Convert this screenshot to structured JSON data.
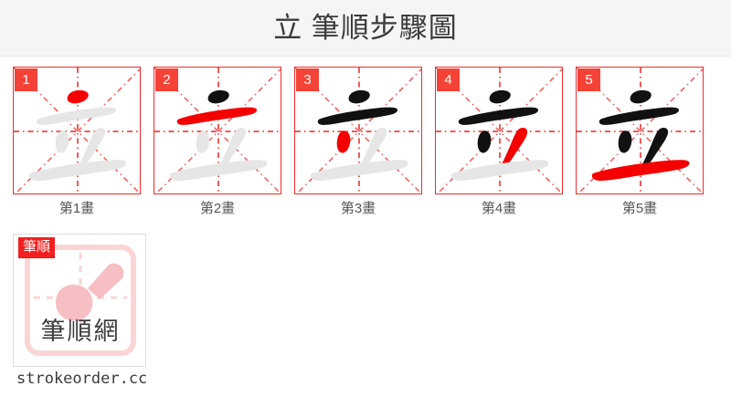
{
  "header": {
    "title": "立  筆順步驟圖",
    "character": "立",
    "background_color": "#f5f5f5",
    "text_color": "#3b3b3b"
  },
  "colors": {
    "grid_border": "#f22b2b",
    "grid_guide": "#f05a5a",
    "badge_bg": "#f44336",
    "badge_text": "#ffffff",
    "active_stroke": "#f40000",
    "done_stroke": "#111111",
    "ghost_stroke": "#e6e6e6",
    "caption_text": "#555555",
    "logo_pink": "#fbd5d5",
    "logo_brush": "#f7bfc3",
    "logo_badge_bg": "#f21f1f"
  },
  "stroke_steps": [
    {
      "index": "1",
      "badge": "1",
      "caption": "第1畫",
      "active_stroke_id": "s1"
    },
    {
      "index": "2",
      "badge": "2",
      "caption": "第2畫",
      "active_stroke_id": "s2"
    },
    {
      "index": "3",
      "badge": "3",
      "caption": "第3畫",
      "active_stroke_id": "s3"
    },
    {
      "index": "4",
      "badge": "4",
      "caption": "第4畫",
      "active_stroke_id": "s4"
    },
    {
      "index": "5",
      "badge": "5",
      "caption": "第5畫",
      "active_stroke_id": "s5"
    }
  ],
  "logo": {
    "badge_label": "筆順",
    "wordmark": "筆順網",
    "icon": "brush-icon"
  },
  "footer": {
    "site_url": "strokeorder.cc"
  }
}
